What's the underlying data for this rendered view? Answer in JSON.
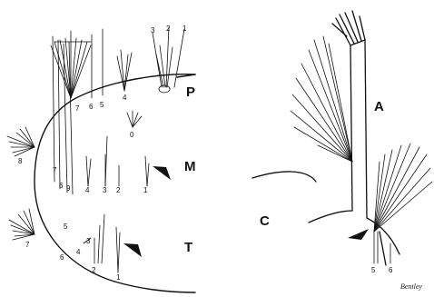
{
  "regions": {
    "P": "P",
    "M": "M",
    "T": "T",
    "A": "A",
    "C": "C"
  },
  "setae_labels": {
    "p1": "1",
    "p2": "2",
    "p3": "3",
    "p4": "4",
    "p5": "5",
    "p6": "6",
    "p7": "7",
    "p8": "8",
    "p0": "0",
    "m1": "1",
    "m2": "2",
    "m3": "3",
    "m4": "4",
    "m6": "6",
    "m7": "7",
    "m8": "8",
    "m9": "9",
    "t1": "1",
    "t2": "2",
    "t3": "3",
    "t4": "4",
    "t5": "5",
    "t6": "6",
    "t7": "7",
    "a5": "5",
    "a6": "6"
  },
  "signature": "Bentley",
  "colors": {
    "ink": "#111111",
    "background": "#ffffff"
  }
}
